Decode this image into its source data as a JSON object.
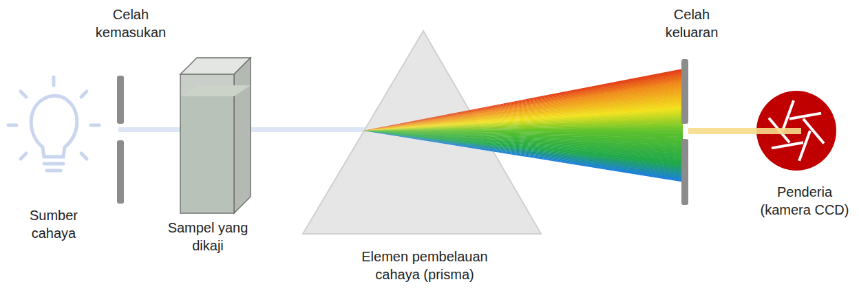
{
  "diagram": {
    "labels": [
      "Celah kemasukan",
      "Sumber cahaya",
      "Sampel yang dikaji",
      "Elemen pembelauan cahaya (prisma)",
      "Celah keluaran",
      "Penderia (kamera CCD)"
    ]
  }
}
